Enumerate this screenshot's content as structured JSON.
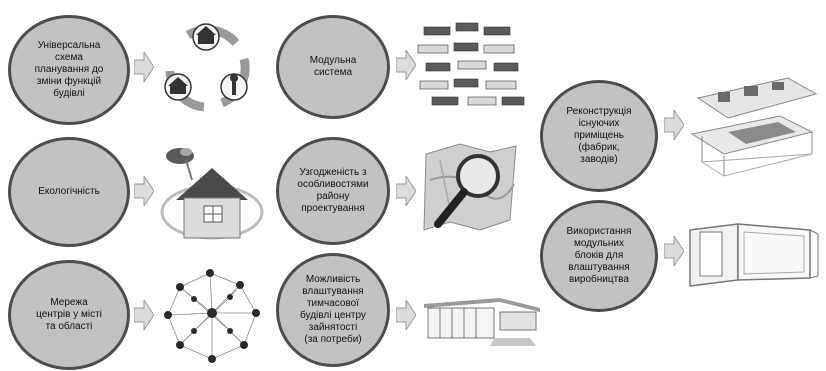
{
  "colors": {
    "bubble_fill": "#c2c2c2",
    "bubble_border": "#4d4d4d",
    "arrow_fill": "#dcdcdc",
    "arrow_stroke": "#9a9a9a"
  },
  "bubbles": [
    {
      "label": "Універсальна\nсхема\nпланування до\nзміни функцій\nбудівлі",
      "icon": "cycle-houses-icon"
    },
    {
      "label": "Екологічність",
      "icon": "eco-house-icon"
    },
    {
      "label": "Мережа\nцентрів у місті\nта області",
      "icon": "network-icon"
    },
    {
      "label": "Модульна\nсистема",
      "icon": "modules-icon"
    },
    {
      "label": "Узгодженість з\nособливостями\nрайону\nпроектування",
      "icon": "map-magnifier-icon"
    },
    {
      "label": "Можливість\nвлаштування\nтимчасової\nбудівлі центру\nзайнятості\n(за потреби)",
      "icon": "temporary-building-icon"
    },
    {
      "label": "Реконструкція\nіснуючих\nприміщень\n(фабрик,\nзаводів)",
      "icon": "factory-plan-icon"
    },
    {
      "label": "Використання\nмодульних\nблоків для\nвлаштування\nвиробництва",
      "icon": "modular-block-icon"
    }
  ]
}
